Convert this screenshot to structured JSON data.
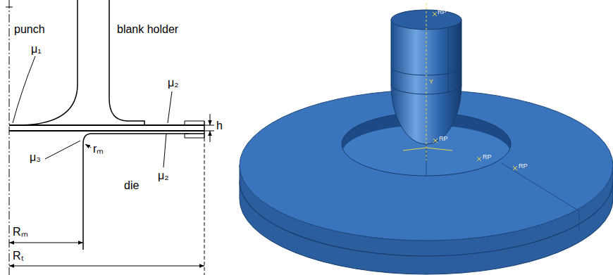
{
  "diagram": {
    "labels": [
      "punch",
      "blank holder",
      "μ₁",
      "μ₂",
      "h",
      "rₘ",
      "μ₃",
      "μ₂",
      "die",
      "Rₘ",
      "Rₜ",
      "RP",
      "Y",
      "RP",
      "RP",
      "RP"
    ]
  }
}
